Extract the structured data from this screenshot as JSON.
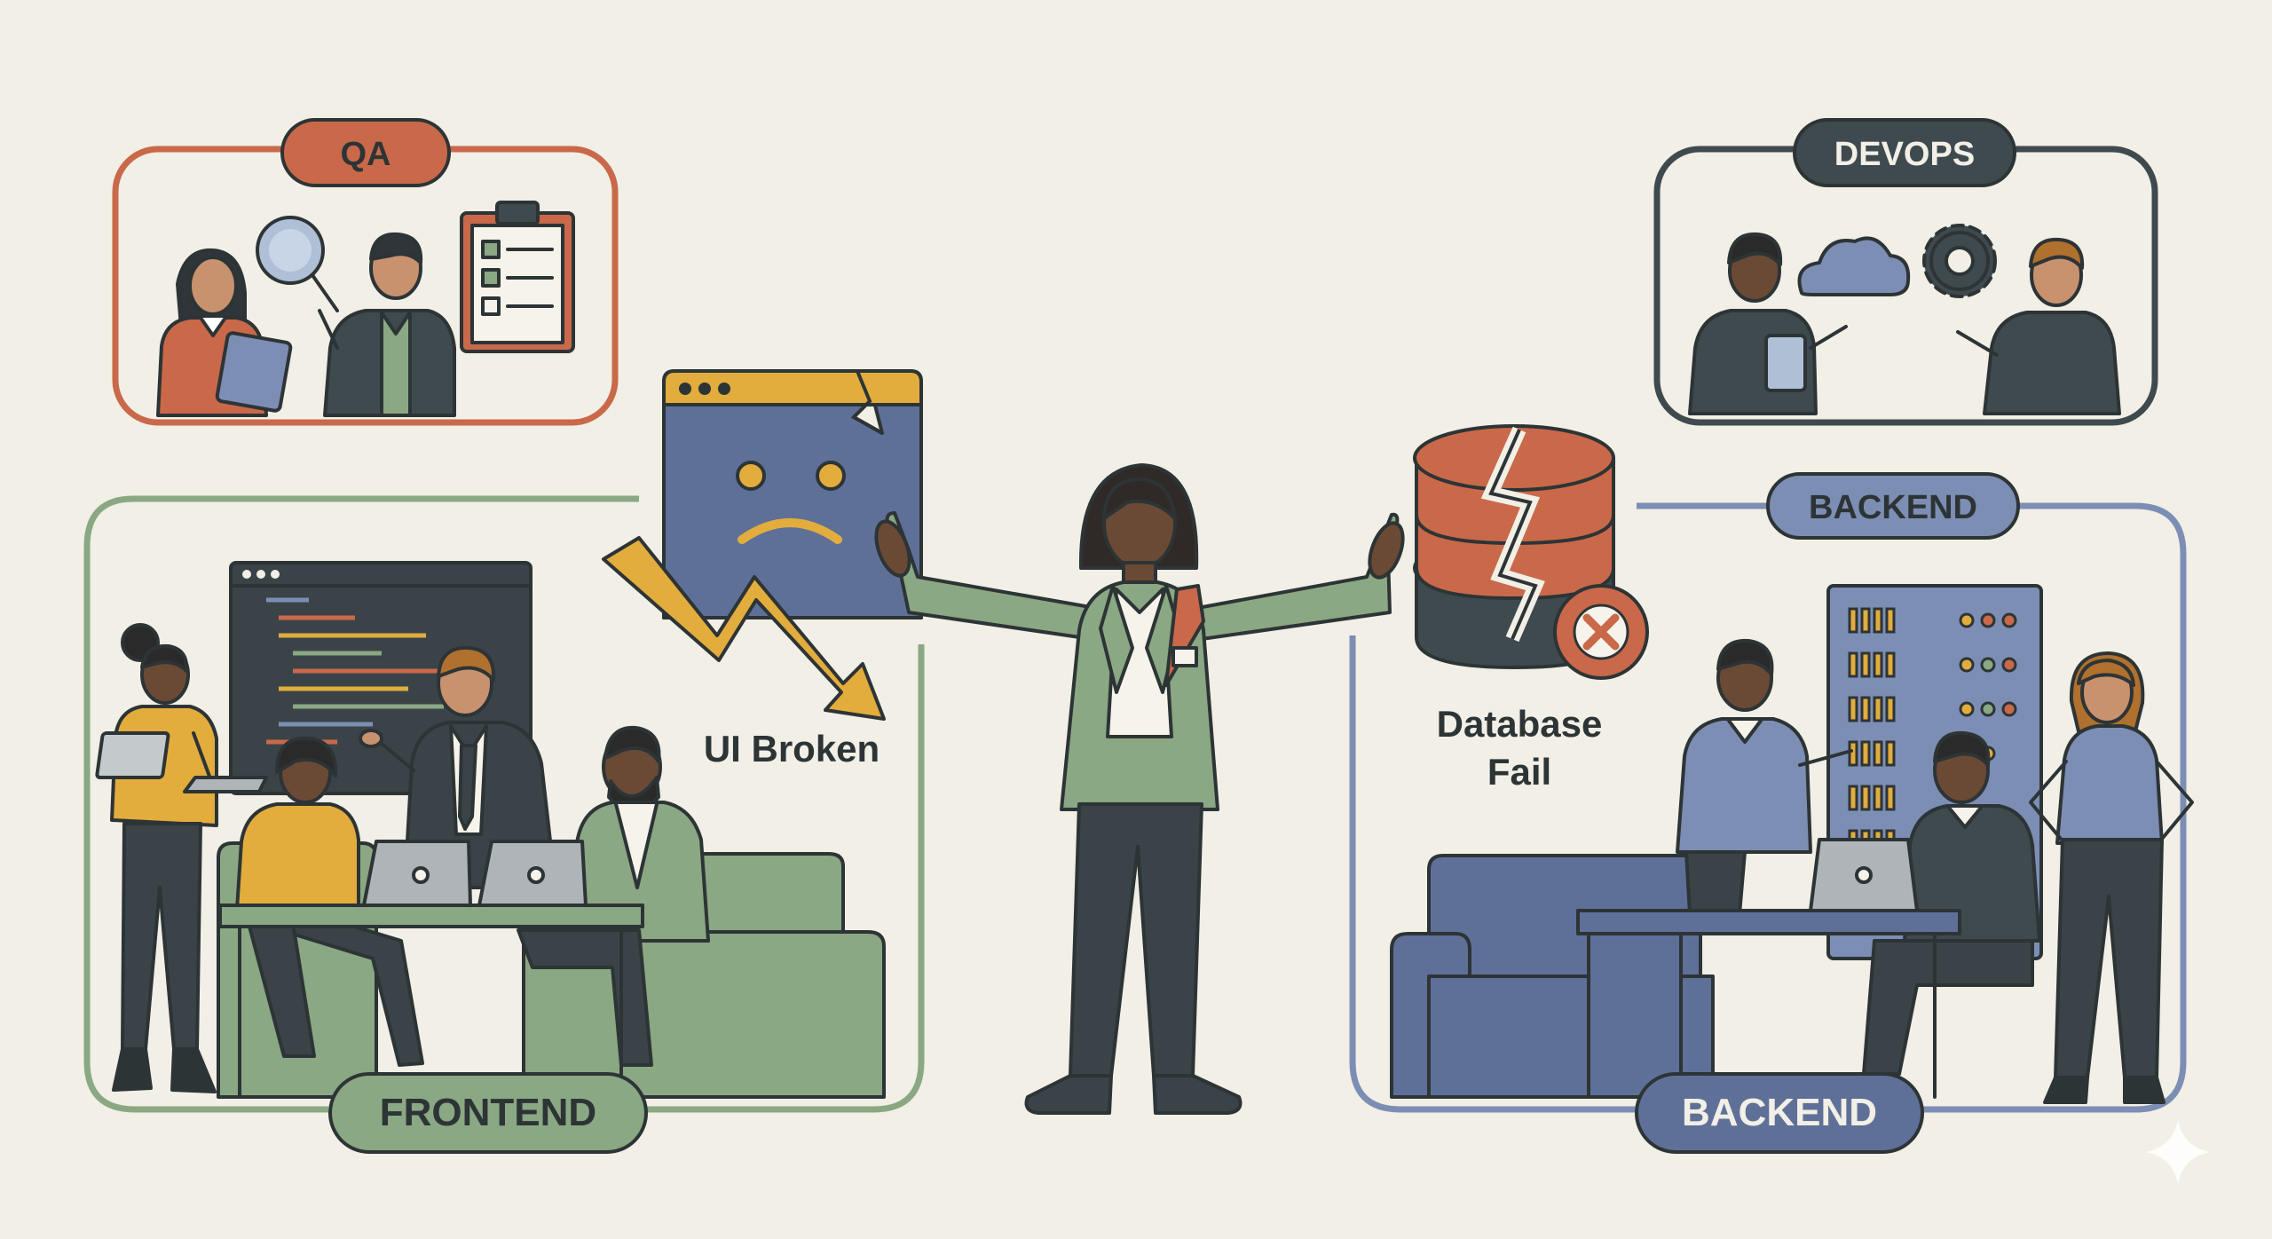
{
  "teams": {
    "qa": {
      "label": "QA",
      "color": "#c9694a"
    },
    "devops": {
      "label": "DEVOPS",
      "color": "#3f4a4f"
    },
    "frontend": {
      "label": "FRONTEND",
      "color": "#8aa883"
    },
    "backend_top": {
      "label": "BACKEND",
      "color": "#7d8eb4"
    },
    "backend_bottom": {
      "label": "BACKEND",
      "color": "#5f7098"
    }
  },
  "captions": {
    "ui_broken": "UI Broken",
    "database_fail_line1": "Database",
    "database_fail_line2": "Fail"
  },
  "icons": {
    "clipboard": "clipboard-checklist-icon",
    "magnifier": "magnifying-glass-icon",
    "cloud": "cloud-icon",
    "gear": "gear-icon",
    "broken_window": "broken-browser-window-icon",
    "down_arrow": "downtrend-arrow-icon",
    "database": "broken-database-icon",
    "error": "error-x-icon",
    "server": "server-rack-icon",
    "sparkle": "sparkle-icon"
  },
  "colors": {
    "background": "#f1efe6",
    "outline": "#2d3436",
    "orange": "#c9694a",
    "green": "#8aa883",
    "blue": "#5f7098",
    "yellow": "#e2ad3c",
    "dark": "#3f4a4f"
  }
}
